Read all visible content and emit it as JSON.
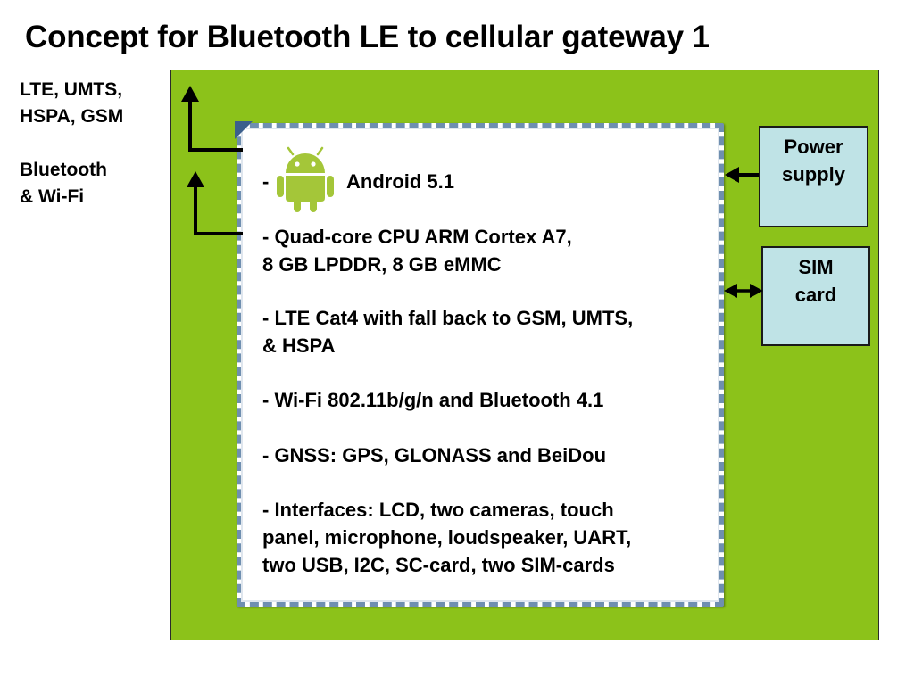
{
  "title": "Concept for Bluetooth LE to cellular gateway 1",
  "radios": {
    "cellular": [
      "LTE, UMTS,",
      "HSPA, GSM"
    ],
    "short_range": [
      "Bluetooth",
      "& Wi-Fi"
    ]
  },
  "module": {
    "android_prefix": "-",
    "android_version": "Android 5.1",
    "cpu": [
      "- Quad-core CPU ARM Cortex A7,",
      "8 GB LPDDR, 8 GB eMMC"
    ],
    "lte": [
      "- LTE Cat4 with fall back to GSM, UMTS,",
      "& HSPA"
    ],
    "wifi_bt": "- Wi-Fi 802.11b/g/n and Bluetooth 4.1",
    "gnss": "- GNSS: GPS, GLONASS and BeiDou",
    "interfaces": [
      "- Interfaces: LCD, two cameras, touch",
      "panel, microphone, loudspeaker, UART,",
      "two USB, I2C, SC-card, two SIM-cards"
    ]
  },
  "power_supply": [
    "Power",
    "supply"
  ],
  "sim_card": [
    "SIM",
    "card"
  ],
  "icons": {
    "android": "android-robot-icon"
  },
  "colors": {
    "board": "#8cc21a",
    "module": "#ffffff",
    "module_border": "#6f8fb0",
    "peripheral_box": "#bfe3e6",
    "android": "#a4c639"
  }
}
